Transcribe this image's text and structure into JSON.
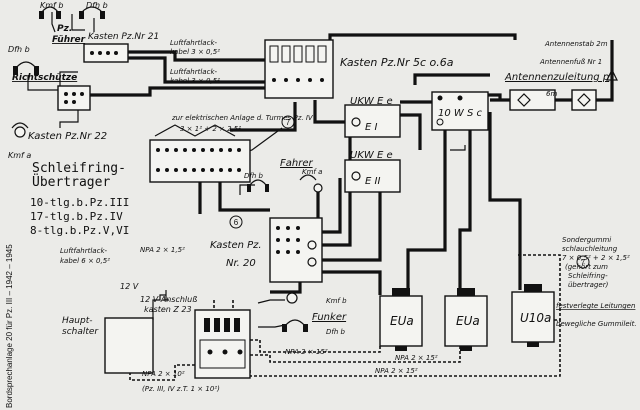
{
  "labels": {
    "kmf_b": "Kmf b",
    "dfh_b_top": "Dfh b",
    "pz": "Pz.",
    "fuehrer": "Führer",
    "kasten_nr21": "Kasten Pz.Nr 21",
    "luftfahrt1": "Luftfahrtlack-",
    "kabel1": "kabel 3 × 0,5²",
    "luftfahrt2": "Luftfahrtlack-",
    "kabel2": "kabel 3 × 0,5²",
    "dfh_b_left": "Dfh b",
    "richtschuetze": "Richtschütze",
    "kasten_nr22": "Kasten Pz.Nr 22",
    "kmfa_left": "Kmf a",
    "kasten_pz5": "Kasten Pz.Nr 5c o.6a",
    "antennenstab": "Antennenstab 2m",
    "antennenfuss": "Antennenfuß Nr 1",
    "antennenzuleitung": "Antennenzuleitung p",
    "sechs_m": "6m",
    "zur_elektrischen": "zur elektrischen Anlage d. Turmes Pz. IV",
    "formula1": "3 × 1² + 2 × 2,5²",
    "ukw_e1": "UKW E e",
    "e_one": "E I",
    "ukw_e2": "UKW E e",
    "e_two": "E II",
    "ten_ws": "10 W S c",
    "schleifring1": "Schleifring-",
    "schleifring2": "Übertrager",
    "tlg1": "10-tlg.b.Pz.III",
    "tlg2": "17-tlg.b.Pz.IV",
    "tlg3": "8-tlg.b.Pz.V,VI",
    "fahrer": "Fahrer",
    "dfh_b_mid": "Dfh b",
    "kmfa_mid": "Kmf a",
    "luft3": "Luftfahrtlack-",
    "kabel3": "kabel 6 × 0,5²",
    "npa1": "NPA 2 × 1,5²",
    "kasten_pz": "Kasten Pz.",
    "nr20": "Nr. 20",
    "sondergummi1": "Sondergummi",
    "sondergummi2": "schlauchleitung",
    "sondergummi3": "7 × 0,5² + 2 × 1,5²",
    "sondergummi4": "(gehört zum",
    "sondergummi5": "Schleifring-",
    "sondergummi6": "übertrager)",
    "festverlegte": "festverlegte Leitungen",
    "bewegliche": "bewegliche Gummileit.",
    "kmf_b_bot": "Kmf b",
    "funker": "Funker",
    "dfh_b_bot": "Dfh b",
    "eua1": "EUa",
    "eua2": "EUa",
    "u10a": "U10a",
    "twelve_v": "12 V",
    "haupt1": "Haupt-",
    "haupt2": "schalter",
    "anschluss1": "12 V Anschluß",
    "anschluss2": "kasten Z 23",
    "npa2": "NPA 2 × 15²",
    "npa3": "NPA 2 × 15²",
    "npa4": "NPA 2 × 15²",
    "npa5": "NPA 2 × 10²",
    "pz_note": "(Pz. III, IV z.T. 1 × 10²)",
    "side_caption": "Bordsprechanlage 20 für Pz. III – 1942 – 1945",
    "circle7a": "7",
    "circle6": "6",
    "circle7b": "7"
  }
}
